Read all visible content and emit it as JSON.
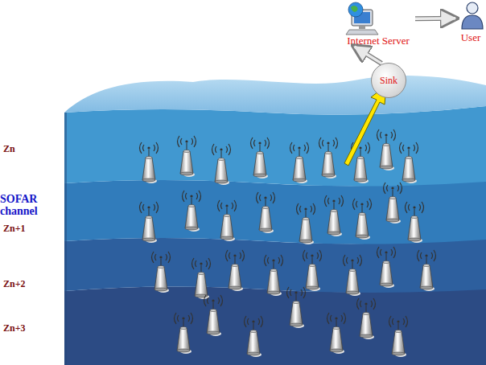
{
  "diagram": {
    "nodes": [
      {
        "text": [
          "Internet Server"
        ]
      },
      {
        "text": [
          "User"
        ]
      },
      {
        "text": [
          "Sink"
        ]
      }
    ],
    "edges": [
      {
        "from": 2,
        "to": 0,
        "arrow": "to"
      },
      {
        "from": 0,
        "to": 1,
        "arrow": "to"
      }
    ],
    "labels": [
      "Zn",
      "SOFAR channel",
      "Zn+1",
      "Zn+2",
      "Zn+3"
    ]
  }
}
